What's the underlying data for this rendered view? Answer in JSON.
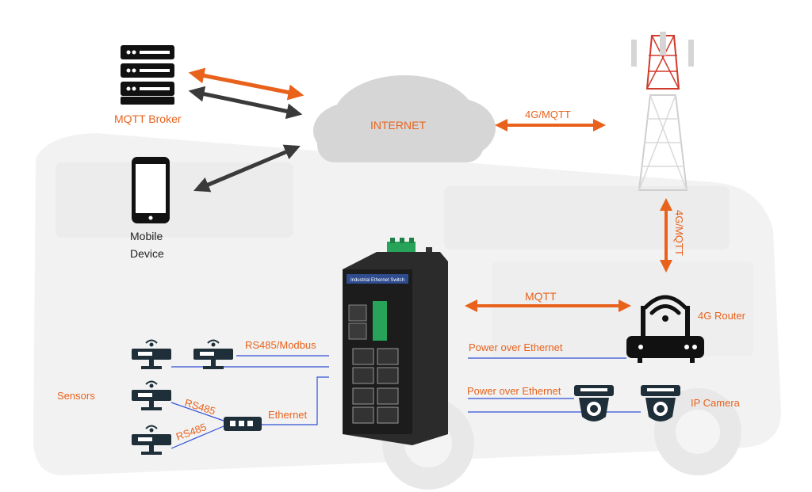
{
  "colors": {
    "accent": "#e8621c",
    "dark_arrow": "#3a3a3a",
    "network_line": "#2f4fd6",
    "device_dark": "#1f2f3a",
    "cloud": "#d6d6d6",
    "tower_red": "#d0392b"
  },
  "nodes": {
    "mqtt_broker": {
      "label": "MQTT Broker",
      "icon": "server-rack-icon"
    },
    "mobile_device": {
      "label_line1": "Mobile",
      "label_line2": "Device",
      "icon": "smartphone-icon"
    },
    "internet": {
      "label": "INTERNET",
      "icon": "cloud-icon"
    },
    "tower": {
      "icon": "cell-tower-icon"
    },
    "router": {
      "label": "4G Router",
      "icon": "wifi-router-icon"
    },
    "switch": {
      "icon": "industrial-ethernet-switch-icon",
      "panel_text": "Industrial Ethernet Switch"
    },
    "camera": {
      "label": "IP Camera",
      "icon": "dome-camera-icon"
    },
    "sensors": {
      "label": "Sensors",
      "icon": "sensor-device-icon"
    },
    "hub": {
      "icon": "serial-gateway-icon"
    }
  },
  "links": {
    "internet_tower": "4G/MQTT",
    "tower_router": "4G/MQTT",
    "switch_router": "MQTT",
    "modbus": "RS485/Modbus",
    "poe_router": "Power over Ethernet",
    "poe_camera": "Power over Ethernet",
    "ethernet": "Ethernet",
    "rs485_a": "RS485",
    "rs485_b": "RS485"
  }
}
